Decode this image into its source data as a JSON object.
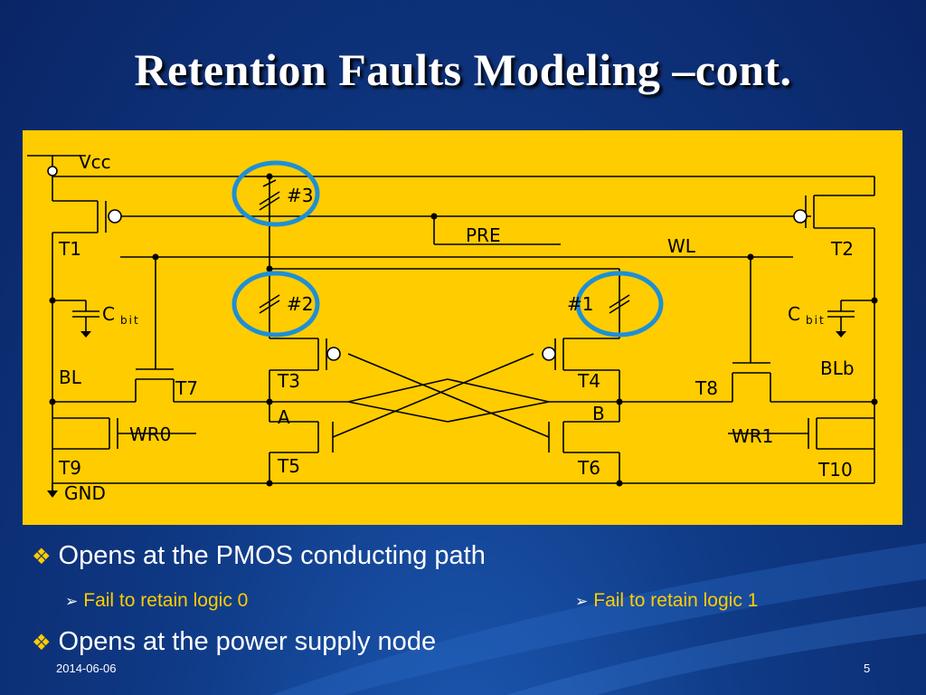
{
  "slide": {
    "title": "Retention Faults Modeling –cont.",
    "date": "2014-06-06",
    "page_number": "5"
  },
  "circuit": {
    "labels": {
      "vcc": "Vcc",
      "gnd": "GND",
      "pre": "PRE",
      "wl": "WL",
      "bl": "BL",
      "blb": "BLb",
      "cbit": "C",
      "cbit_sub": "bit",
      "node_a": "A",
      "node_b": "B",
      "wr0": "WR0",
      "wr1": "WR1"
    },
    "transistors": [
      "T1",
      "T2",
      "T3",
      "T4",
      "T5",
      "T6",
      "T7",
      "T8",
      "T9",
      "T10"
    ],
    "faults": [
      "#1",
      "#2",
      "#3"
    ],
    "colors": {
      "panel": "#ffcc00",
      "fault_ring": "#1e8fd5",
      "wire": "#000000"
    }
  },
  "bullets": [
    {
      "text": "Opens at the PMOS conducting path",
      "marker": "diamond-bullet-icon"
    },
    {
      "text": "Opens at the power supply node",
      "marker": "diamond-bullet-icon"
    }
  ],
  "sub_bullets": [
    {
      "text": "Fail to retain logic 0",
      "marker": "arrow-bullet-icon"
    },
    {
      "text": "Fail to retain logic 1",
      "marker": "arrow-bullet-icon"
    }
  ]
}
